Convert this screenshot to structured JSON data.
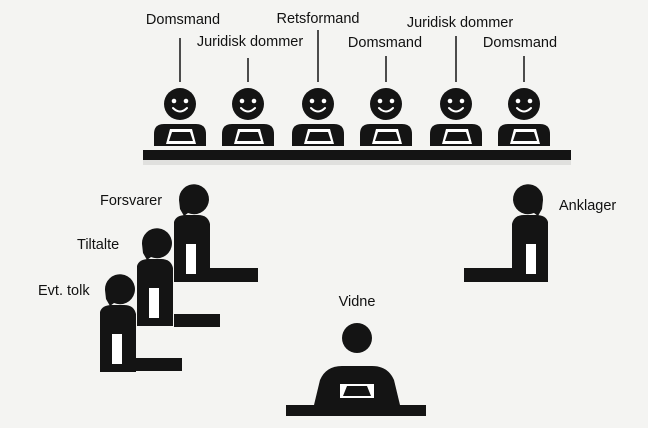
{
  "colors": {
    "figure": "#141414",
    "background": "#f4f4f2"
  },
  "bench_labels": {
    "domsmand_1": "Domsmand",
    "juridisk_dommer_1": "Juridisk dommer",
    "retsformand": "Retsformand",
    "domsmand_2": "Domsmand",
    "juridisk_dommer_2": "Juridisk dommer",
    "domsmand_3": "Domsmand"
  },
  "floor_labels": {
    "forsvarer": "Forsvarer",
    "tiltalte": "Tiltalte",
    "tolk": "Evt. tolk",
    "anklager": "Anklager",
    "vidne": "Vidne"
  }
}
